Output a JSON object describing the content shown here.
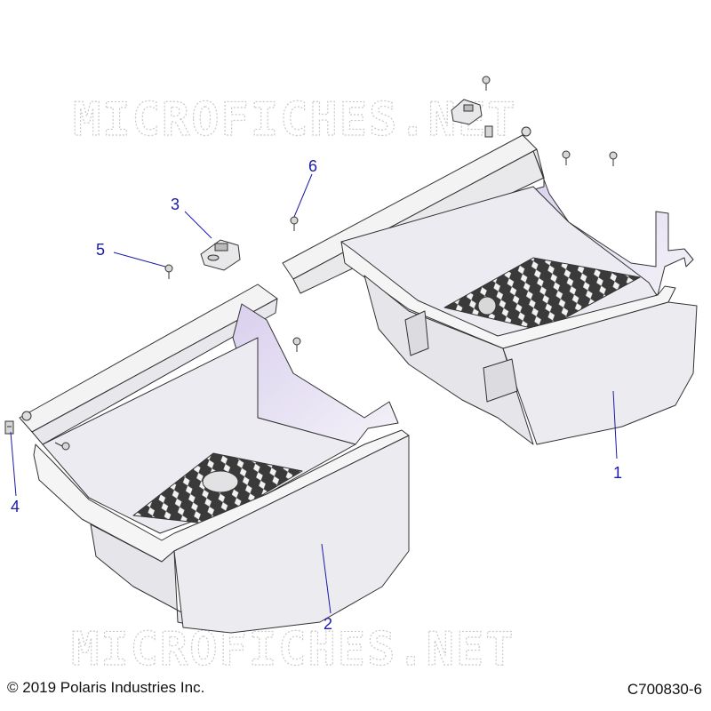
{
  "watermark": {
    "top_text": "MICROFICHES.NET",
    "bottom_text": "MICROFICHES.NET"
  },
  "callouts": [
    {
      "id": "1",
      "label": "1"
    },
    {
      "id": "2",
      "label": "2"
    },
    {
      "id": "3",
      "label": "3"
    },
    {
      "id": "4",
      "label": "4"
    },
    {
      "id": "5",
      "label": "5"
    },
    {
      "id": "6",
      "label": "6"
    }
  ],
  "footer": {
    "copyright": "© 2019 Polaris Industries Inc.",
    "figure_id": "C700830-6"
  },
  "colors": {
    "callout": "#1a1aa8",
    "part_fill": "#f1f1f4",
    "part_shade": "#e4e0f0",
    "part_stroke": "#333333"
  }
}
